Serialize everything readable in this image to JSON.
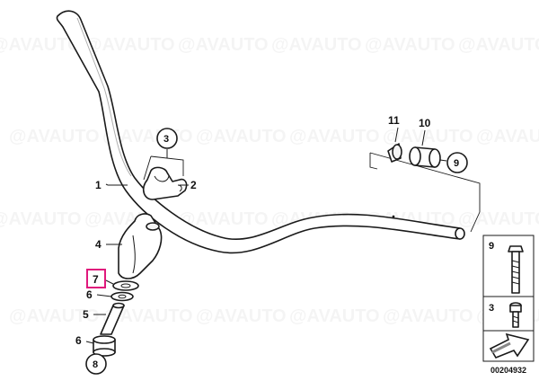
{
  "watermark": "@AVAUTO",
  "callouts": {
    "handlebar": "1",
    "clamp_cap": "2",
    "bolt_circle": "3",
    "riser": "4",
    "sleeve": "5",
    "washer_upper": "6",
    "washer_lower": "6",
    "damper_pad": "7",
    "nut_circle": "8",
    "end_screw_circle": "9",
    "bar_end_weight": "10",
    "insert": "11"
  },
  "highlight_color": "#e0187c",
  "legend": {
    "items": [
      {
        "number": "9",
        "icon": "long-bolt-icon"
      },
      {
        "number": "3",
        "icon": "short-bolt-icon"
      }
    ],
    "arrow_icon": "direction-arrow-icon"
  },
  "diagram_id": "00204932"
}
